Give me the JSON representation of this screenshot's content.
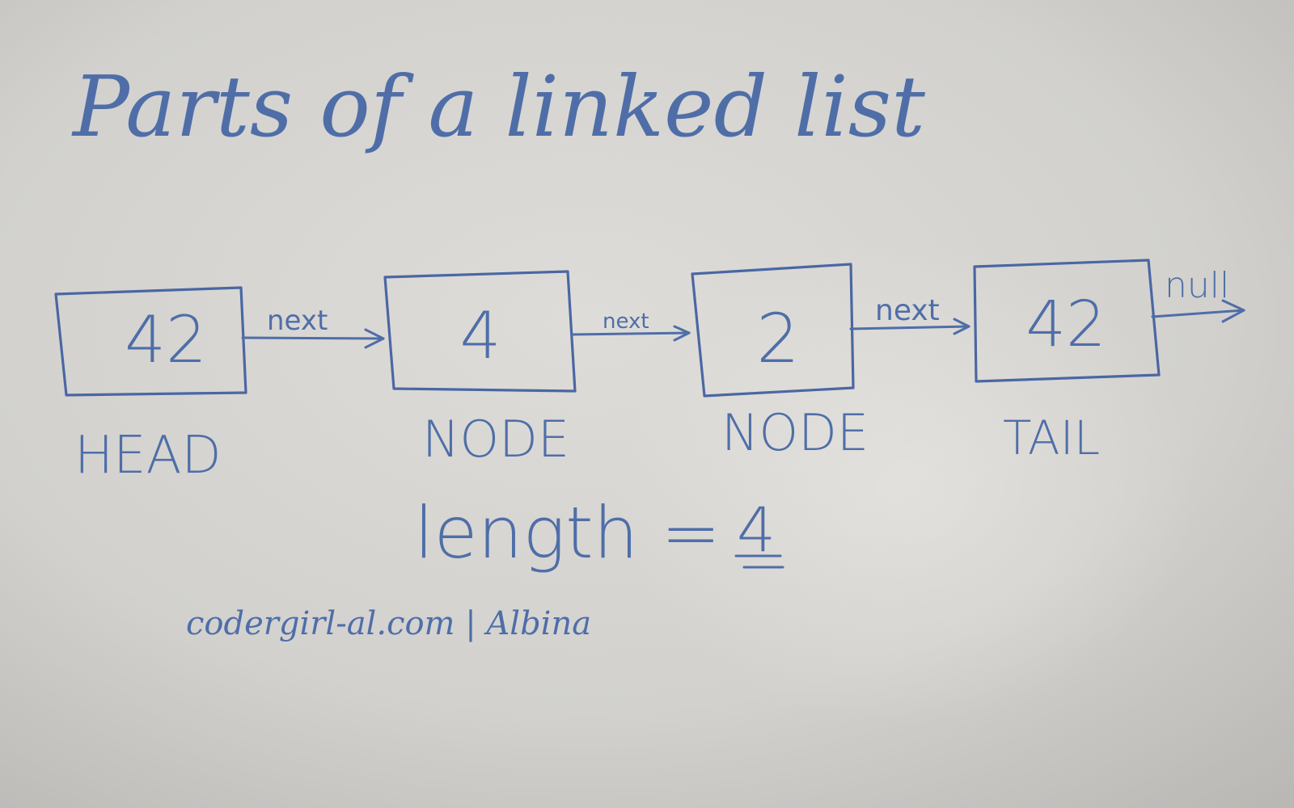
{
  "diagram": {
    "title": "Parts of a linked list",
    "nodes": [
      {
        "value": "42",
        "label": "HEAD"
      },
      {
        "value": "4",
        "label": "NODE"
      },
      {
        "value": "2",
        "label": "NODE"
      },
      {
        "value": "42",
        "label": "TAIL"
      }
    ],
    "pointer_labels": [
      "next",
      "next",
      "next"
    ],
    "terminal_label": "null",
    "length_label": "length =",
    "length_value": "4",
    "credit": "codergirl-al.com | Albina"
  },
  "colors": {
    "ink": "#4f6ea8",
    "board": "#d9d8d4"
  }
}
